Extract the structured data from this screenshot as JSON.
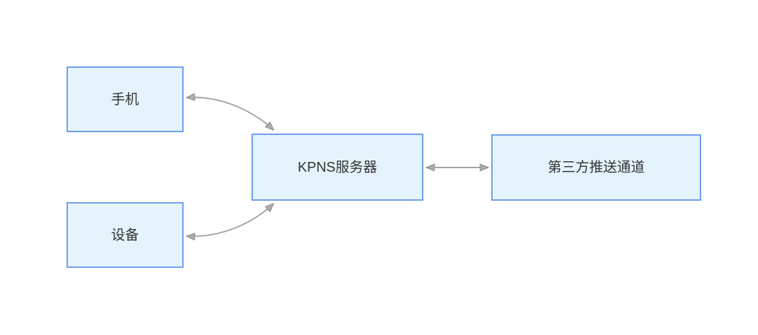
{
  "diagram": {
    "nodes": [
      {
        "id": "phone",
        "label": "手机"
      },
      {
        "id": "device",
        "label": "设备"
      },
      {
        "id": "kpns-server",
        "label": "KPNS服务器"
      },
      {
        "id": "third-party-channel",
        "label": "第三方推送通道"
      }
    ],
    "edges": [
      {
        "from": "phone",
        "to": "kpns-server",
        "style": "curved",
        "direction": "bidirectional"
      },
      {
        "from": "device",
        "to": "kpns-server",
        "style": "curved",
        "direction": "bidirectional"
      },
      {
        "from": "kpns-server",
        "to": "third-party-channel",
        "style": "straight",
        "direction": "bidirectional"
      }
    ],
    "colors": {
      "background": "#ffffff",
      "node_fill": "#e4f3fc",
      "node_border": "#6d9eeb",
      "node_text": "#333333",
      "connector_line": "#a3a3a3",
      "arrowhead_fill": "#acacac",
      "arrowhead_stroke": "#8a8a8a"
    }
  }
}
